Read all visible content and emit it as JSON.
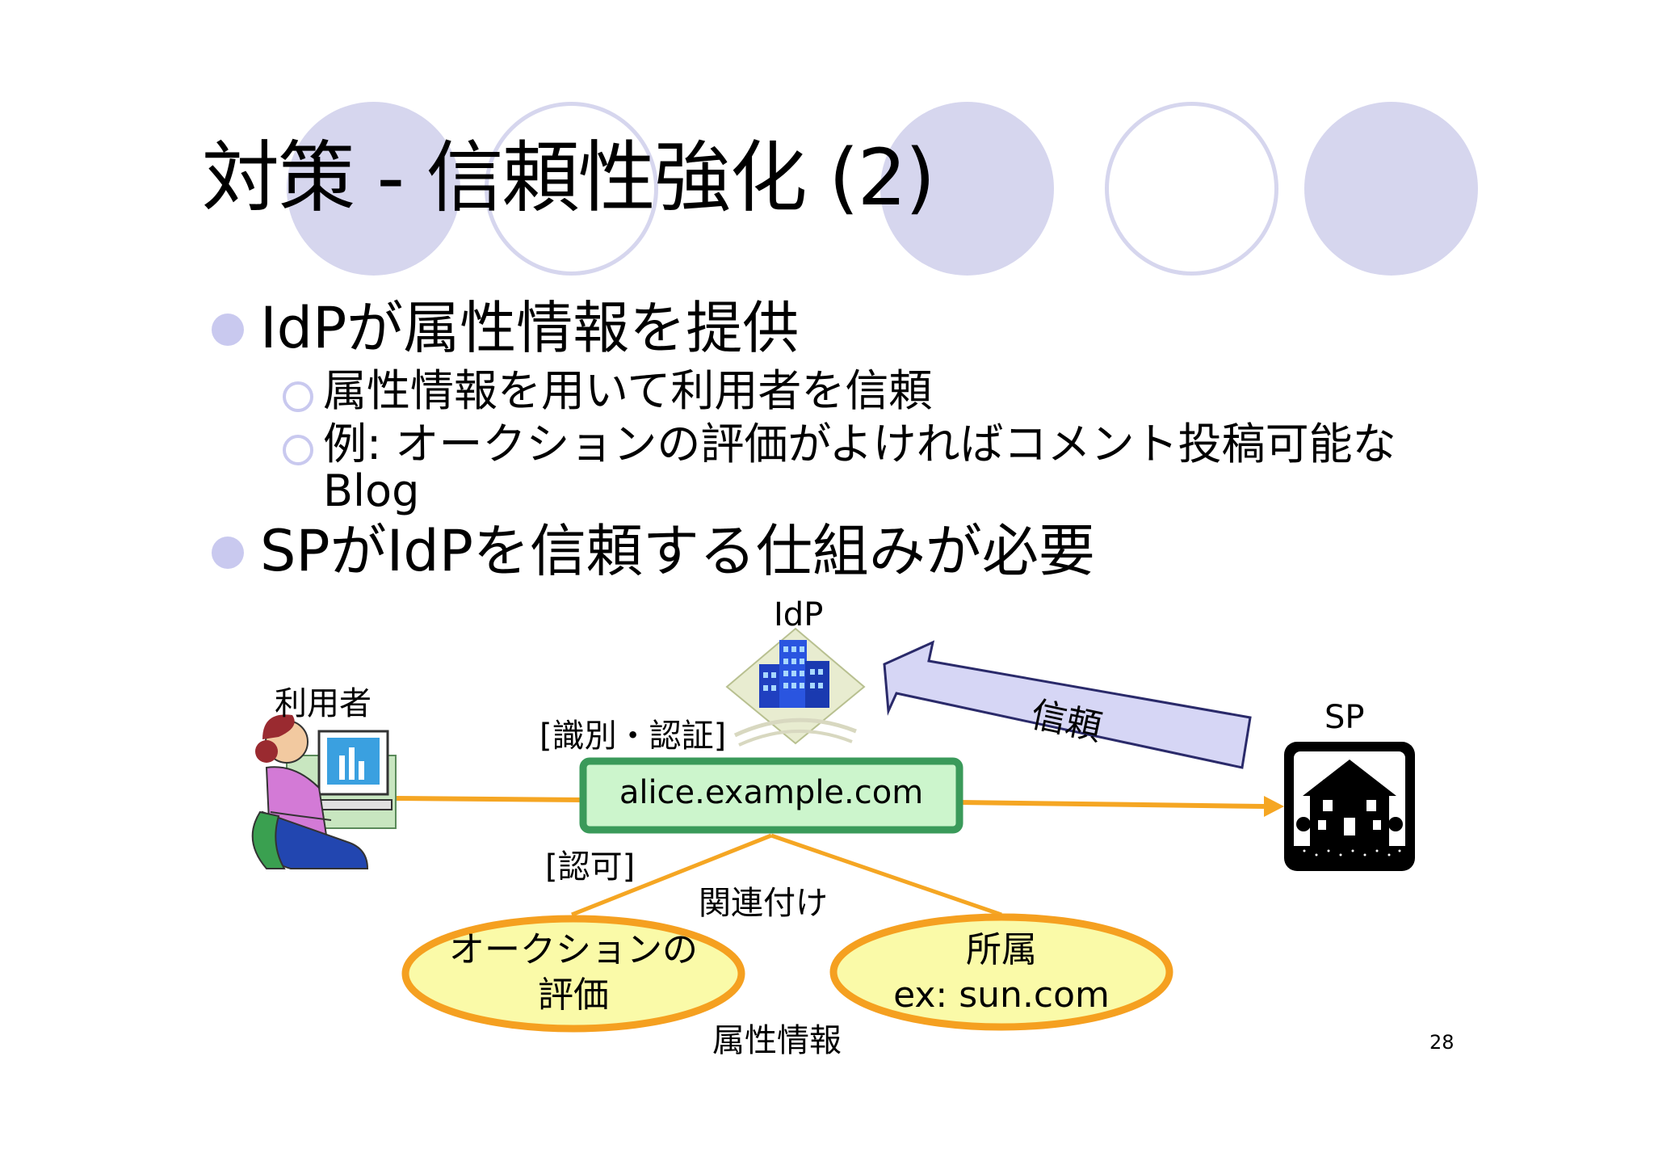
{
  "slide": {
    "title": "対策 - 信頼性強化 (2)",
    "page_number": "28"
  },
  "bullets": [
    {
      "text": "IdPが属性情報を提供",
      "sub": [
        "属性情報を用いて利用者を信頼",
        "例: オークションの評価がよければコメント投稿可能な",
        "Blog"
      ]
    },
    {
      "text": "SPがIdPを信頼する仕組みが必要"
    }
  ],
  "diagram": {
    "idp_label": "IdP",
    "user_label": "利用者",
    "auth_label": "[識別・認証]",
    "identity_box": "alice.example.com",
    "sp_label": "SP",
    "trust_arrow_label": "信頼",
    "authorize_label": "[認可]",
    "link_label": "関連付け",
    "attr_auction_line1": "オークションの",
    "attr_auction_line2": "評価",
    "attr_affil_line1": "所属",
    "attr_affil_line2": "ex: sun.com",
    "attributes_label": "属性情報",
    "colors": {
      "deco_circle": "#d6d6ee",
      "bullet": "#c9c9ef",
      "connector": "#f5a623",
      "identity_box_fill": "#ccf5cc",
      "identity_box_stroke": "#3a9a5a",
      "attr_fill": "#fafaa8",
      "attr_stroke": "#f5a020",
      "trust_arrow_fill": "#d6d6f5"
    }
  }
}
